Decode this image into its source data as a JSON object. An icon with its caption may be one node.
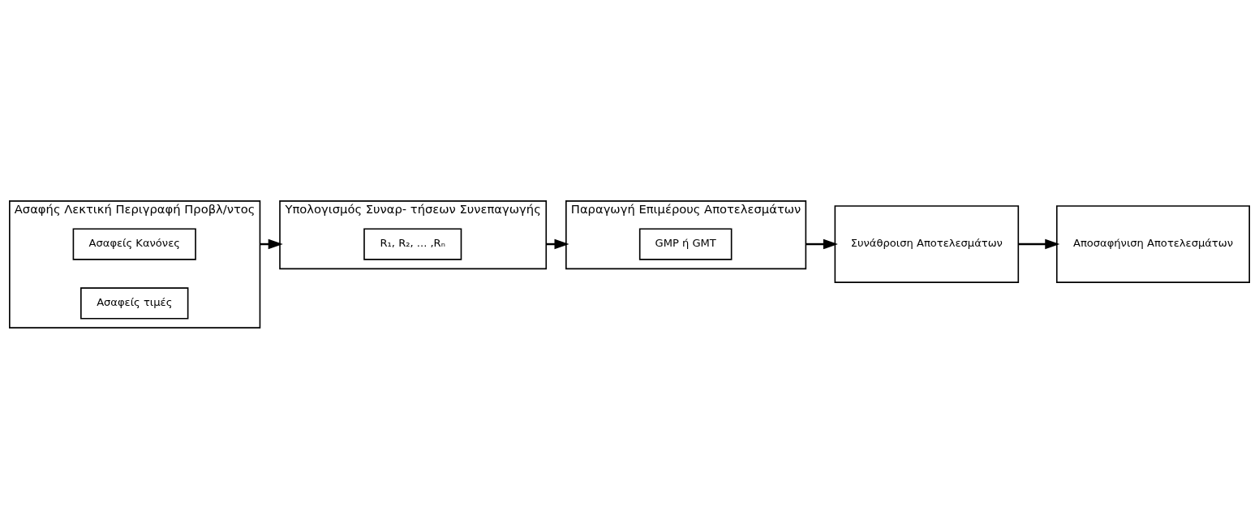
{
  "diagram": {
    "nodes": [
      {
        "text": [
          "Ασαφής Λεκτική Περιγραφή Προβλ/ντος"
        ]
      },
      {
        "text": [
          "Ασαφείς Κανόνες"
        ],
        "in": 0
      },
      {
        "text": [
          "Ασαφείς τιμές"
        ],
        "in": 0
      },
      {
        "text": [
          "Υπολογισμός Συναρ- τήσεων Συνεπαγωγής"
        ]
      },
      {
        "text": [
          "R₁, R₂, ... ,Rₙ"
        ],
        "in": 3
      },
      {
        "text": [
          "Παραγωγή Επιμέρους Αποτελεσμάτων"
        ]
      },
      {
        "text": [
          "GMP ή GMT"
        ],
        "in": 5
      },
      {
        "text": [
          "Συνάθροιση Αποτελεσμάτων"
        ]
      },
      {
        "text": [
          "Αποσαφήνιση Αποτελεσμάτων"
        ]
      }
    ],
    "edges": [
      {
        "from": 0,
        "to": 3,
        "arrow": "to"
      },
      {
        "from": 3,
        "to": 5,
        "arrow": "to"
      },
      {
        "from": 5,
        "to": 7,
        "arrow": "to"
      },
      {
        "from": 7,
        "to": 8,
        "arrow": "to"
      }
    ]
  }
}
